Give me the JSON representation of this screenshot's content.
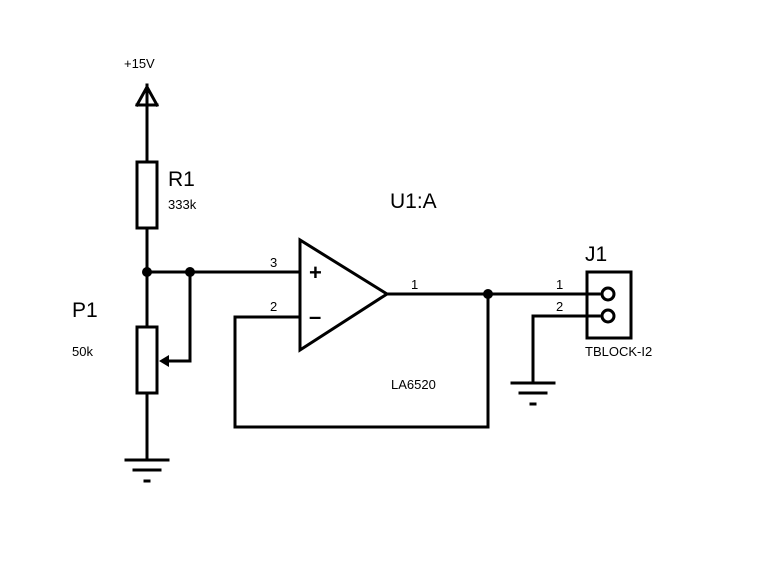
{
  "supply": {
    "label": "+15V"
  },
  "r1": {
    "ref": "R1",
    "value": "333k"
  },
  "p1": {
    "ref": "P1",
    "value": "50k"
  },
  "u1": {
    "ref": "U1:A",
    "part": "LA6520",
    "pin_noninv": "3",
    "pin_inv": "2",
    "pin_out": "1",
    "plus_symbol": "+",
    "minus_symbol": "–"
  },
  "j1": {
    "ref": "J1",
    "part": "TBLOCK-I2",
    "pin1": "1",
    "pin2": "2"
  }
}
